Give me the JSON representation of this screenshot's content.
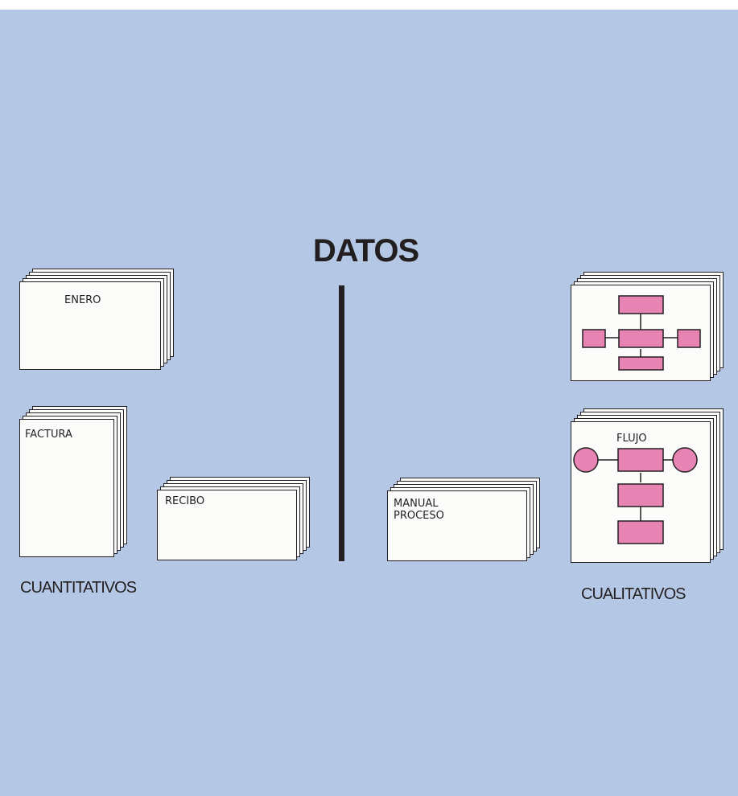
{
  "title": "DATOS",
  "left_group": {
    "caption": "CUANTITATIVOS",
    "documents": [
      {
        "label": "ENERO"
      },
      {
        "label": "FACTURA"
      },
      {
        "label": "RECIBO"
      }
    ]
  },
  "right_group": {
    "caption": "CUALITATIVOS",
    "documents": [
      {
        "label": "MANUAL\nPROCESO"
      },
      {
        "label": ""
      },
      {
        "label": "FLUJO"
      }
    ]
  },
  "colors": {
    "background": "#b4c8e6",
    "paper": "#fbfbfa",
    "ink": "#231f20",
    "flowchart_fill": "#e784b4"
  }
}
